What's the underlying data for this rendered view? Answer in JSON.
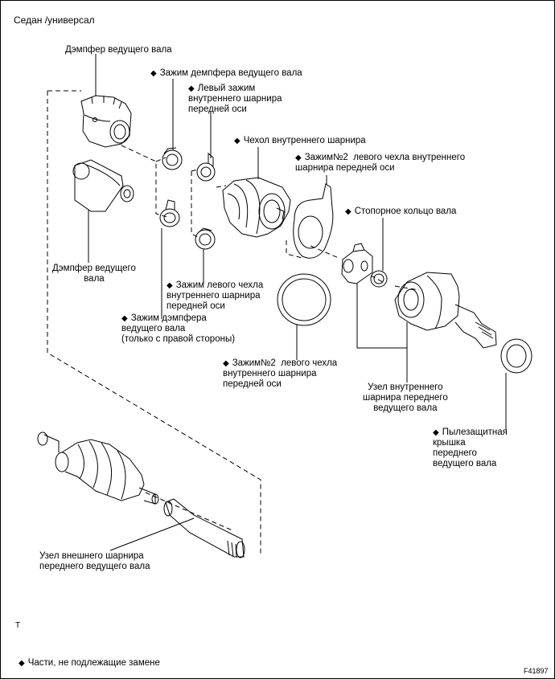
{
  "header": {
    "title": "Седан /универсал"
  },
  "marker": "◆",
  "labels": {
    "dynamic_damper_top": "Дэмпфер ведущего вала",
    "damper_clamp": "Зажим демпфера ведущего вала",
    "left_inner_clamp": "Левый зажим\nвнутреннего шарнира\nпередней оси",
    "inner_boot": "Чехол внутреннего шарнира",
    "clamp_no2_right": "Зажим№2  левого чехла внутреннего\nшарнира передней оси",
    "snap_ring": "Стопорное кольцо вала",
    "dynamic_damper_bottom": "Дэмпфер ведущего\nвала",
    "boot_clamp_left": "Зажим левого чехла\nвнутреннего шарнира\nпередней оси",
    "damper_clamp_right_only": "Зажим дэмпфера\nведущего вала\n(только с правой стороны)",
    "clamp_no2_bottom": "Зажим№2  левого чехла\nвнутреннего шарнира\nпередней оси",
    "inner_joint_assembly": "Узел внутреннего\nшарнира переднего\nведущего вала",
    "dust_cover": "Пылезащитная\nкрышка\nпереднего\nведущего вала",
    "outer_joint_assembly": "Узел внешнего шарнира\nпереднего ведущего вала"
  },
  "footer": {
    "t_mark": "T",
    "legend": "Части, не подлежащие замене",
    "figure_code": "F41897"
  }
}
